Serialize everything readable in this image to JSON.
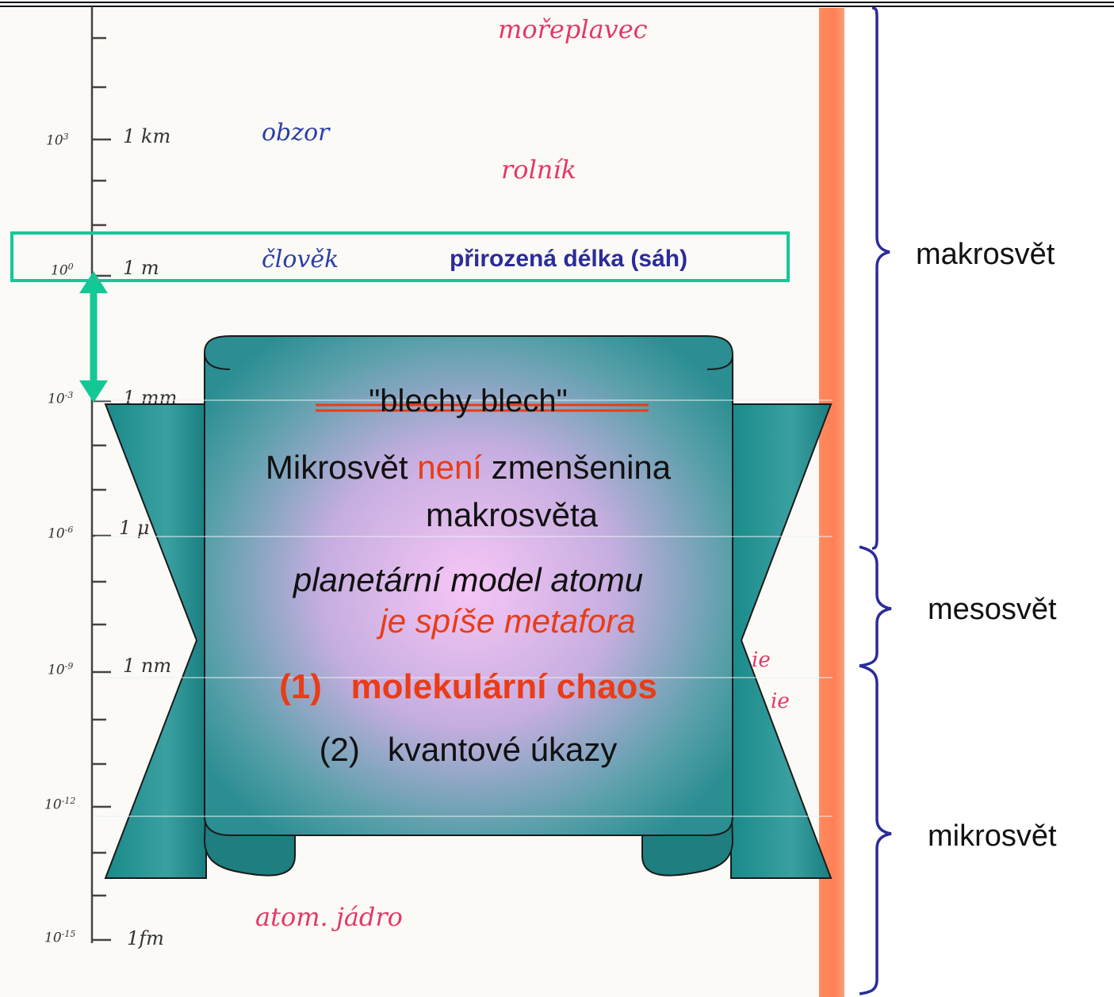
{
  "scale": {
    "exponents": [
      {
        "base": "10",
        "power": "3"
      },
      {
        "base": "10",
        "power": "0"
      },
      {
        "base": "10",
        "power": "-3"
      },
      {
        "base": "10",
        "power": "-6"
      },
      {
        "base": "10",
        "power": "-9"
      },
      {
        "base": "10",
        "power": "-12"
      },
      {
        "base": "10",
        "power": "-15"
      }
    ],
    "units": [
      "1 km",
      "1 m",
      "1 mm",
      "1 μ",
      "1 nm",
      "1fm"
    ],
    "notes": {
      "moreplavec": "mořeplavec",
      "obzor": "obzor",
      "rolnik": "rolník",
      "clovek": "člověk",
      "atom_jadro": "atom. jádro",
      "partial_1": "ie",
      "partial_2": "ie"
    },
    "natural_length": "přirozená délka (sáh)"
  },
  "regions": {
    "makro": "makrosvět",
    "meso": "mesosvět",
    "mikro": "mikrosvět"
  },
  "banner": {
    "strike": "\"blechy blech\"",
    "line1_a": "Mikrosvět ",
    "line1_b": "není",
    "line1_c": " zmenšenina",
    "line2": "makrosvěta",
    "italic1": "planetární model atomu",
    "italic2": "je spíše metafora",
    "item1_num": "(1)",
    "item1_text": "molekulární chaos",
    "item2_num": "(2)",
    "item2_text": "kvantové úkazy"
  },
  "colors": {
    "banner_teal": "#1e8a8a",
    "banner_center": "#f4c8f4",
    "accent_red": "#ea3c16",
    "green": "#14c896",
    "brace_blue": "#2b2b9a"
  }
}
